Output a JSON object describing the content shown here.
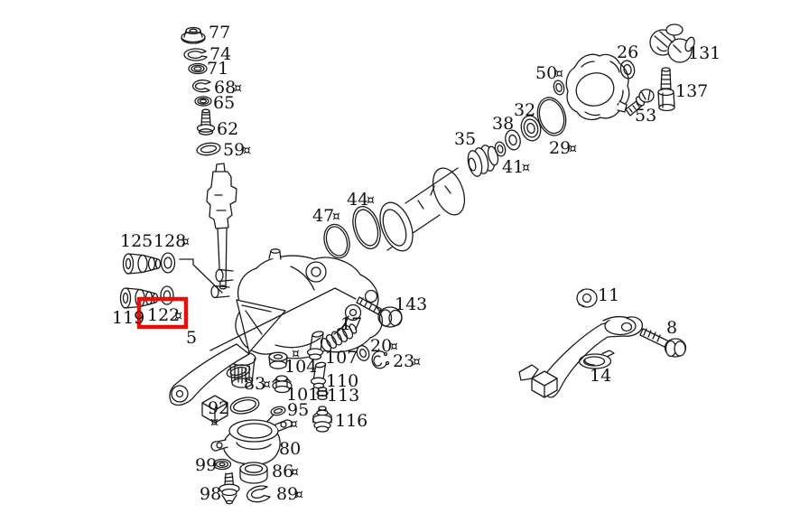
{
  "diagram": {
    "type": "exploded-parts-diagram",
    "subject": "steering gear assembly parts diagram",
    "background_color": "#ffffff",
    "line_color": "#1a1a1a",
    "highlight": {
      "part": "122",
      "color": "#e8100f"
    },
    "special_symbol": "¤"
  },
  "parts": {
    "p77": {
      "label": "77",
      "sym": ""
    },
    "p74": {
      "label": "74",
      "sym": ""
    },
    "p71": {
      "label": "71",
      "sym": ""
    },
    "p68": {
      "label": "68",
      "sym": "¤"
    },
    "p65": {
      "label": "65",
      "sym": ""
    },
    "p62": {
      "label": "62",
      "sym": ""
    },
    "p59": {
      "label": "59",
      "sym": "¤"
    },
    "p125": {
      "label": "125",
      "sym": ""
    },
    "p128": {
      "label": "128",
      "sym": "¤"
    },
    "p119": {
      "label": "119",
      "sym": ""
    },
    "p122": {
      "label": "122",
      "sym": "¤",
      "highlighted": true
    },
    "p5": {
      "label": "5",
      "sym": ""
    },
    "p47": {
      "label": "47",
      "sym": "¤"
    },
    "p44": {
      "label": "44",
      "sym": "¤"
    },
    "p35": {
      "label": "35",
      "sym": ""
    },
    "p38": {
      "label": "38",
      "sym": ""
    },
    "p32": {
      "label": "32",
      "sym": ""
    },
    "p41": {
      "label": "41",
      "sym": "¤"
    },
    "p29": {
      "label": "29",
      "sym": "¤"
    },
    "p50": {
      "label": "50",
      "sym": "¤"
    },
    "p26": {
      "label": "26",
      "sym": ""
    },
    "p131": {
      "label": "131",
      "sym": ""
    },
    "p137": {
      "label": "137",
      "sym": ""
    },
    "p53": {
      "label": "53",
      "sym": ""
    },
    "p143": {
      "label": "143",
      "sym": ""
    },
    "p17": {
      "label": "17",
      "sym": ""
    },
    "p20": {
      "label": "20",
      "sym": "¤"
    },
    "p23": {
      "label": "23",
      "sym": "¤"
    },
    "p107": {
      "label": "107",
      "sym": ""
    },
    "p104": {
      "label": "104",
      "sym": "¤"
    },
    "p110": {
      "label": "110",
      "sym": ""
    },
    "p101": {
      "label": "101",
      "sym": ""
    },
    "p113": {
      "label": "113",
      "sym": ""
    },
    "p83": {
      "label": "83",
      "sym": "¤"
    },
    "p92": {
      "label": "92",
      "sym": "¤"
    },
    "p95": {
      "label": "95",
      "sym": "¤"
    },
    "p116": {
      "label": "116",
      "sym": ""
    },
    "p80": {
      "label": "80",
      "sym": ""
    },
    "p99": {
      "label": "99",
      "sym": ""
    },
    "p86": {
      "label": "86",
      "sym": "¤"
    },
    "p98": {
      "label": "98",
      "sym": ""
    },
    "p89": {
      "label": "89",
      "sym": "¤"
    },
    "p11": {
      "label": "11",
      "sym": ""
    },
    "p8": {
      "label": "8",
      "sym": ""
    },
    "p14": {
      "label": "14",
      "sym": ""
    }
  }
}
